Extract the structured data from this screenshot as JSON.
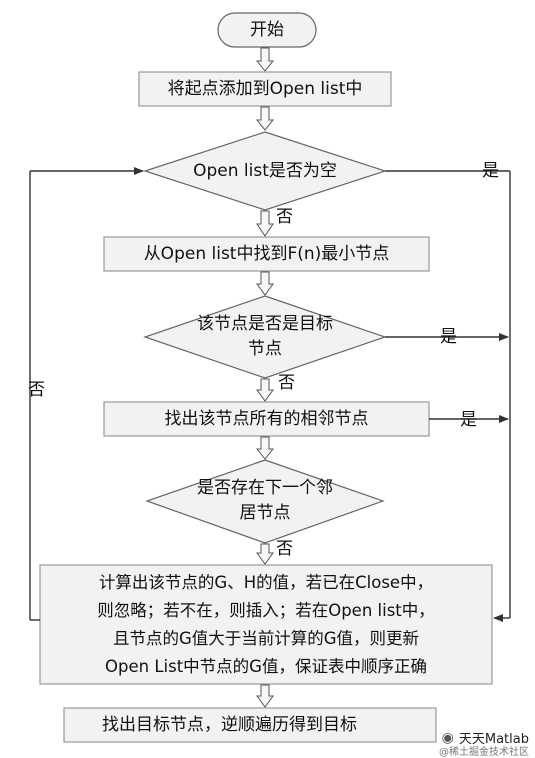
{
  "flowchart": {
    "start": "开始",
    "step_add_start": "将起点添加到Open list中",
    "decision_open_empty": "Open list是否为空",
    "step_find_min": "从Open list中找到F(n)最小节点",
    "decision_is_target_line1": "该节点是否是目标",
    "decision_is_target_line2": "节点",
    "step_find_neighbors": "找出该节点所有的相邻节点",
    "decision_next_neighbor_line1": "是否存在下一个邻",
    "decision_next_neighbor_line2": "居节点",
    "step_compute_line1": "计算出该节点的G、H的值，若已在Close中，",
    "step_compute_line2": "则忽略；若不在，则插入；若在Open list中，",
    "step_compute_line3": "且节点的G值大于当前计算的G值，则更新",
    "step_compute_line4": "Open List中节点的G值，保证表中顺序正确",
    "step_backtrack": "找出目标节点，逆顺遍历得到目标",
    "yes": "是",
    "no": "否"
  },
  "watermark": {
    "icon": "wechat-icon",
    "title": "天天Matlab",
    "subtitle": "@稀土掘金技术社区"
  }
}
